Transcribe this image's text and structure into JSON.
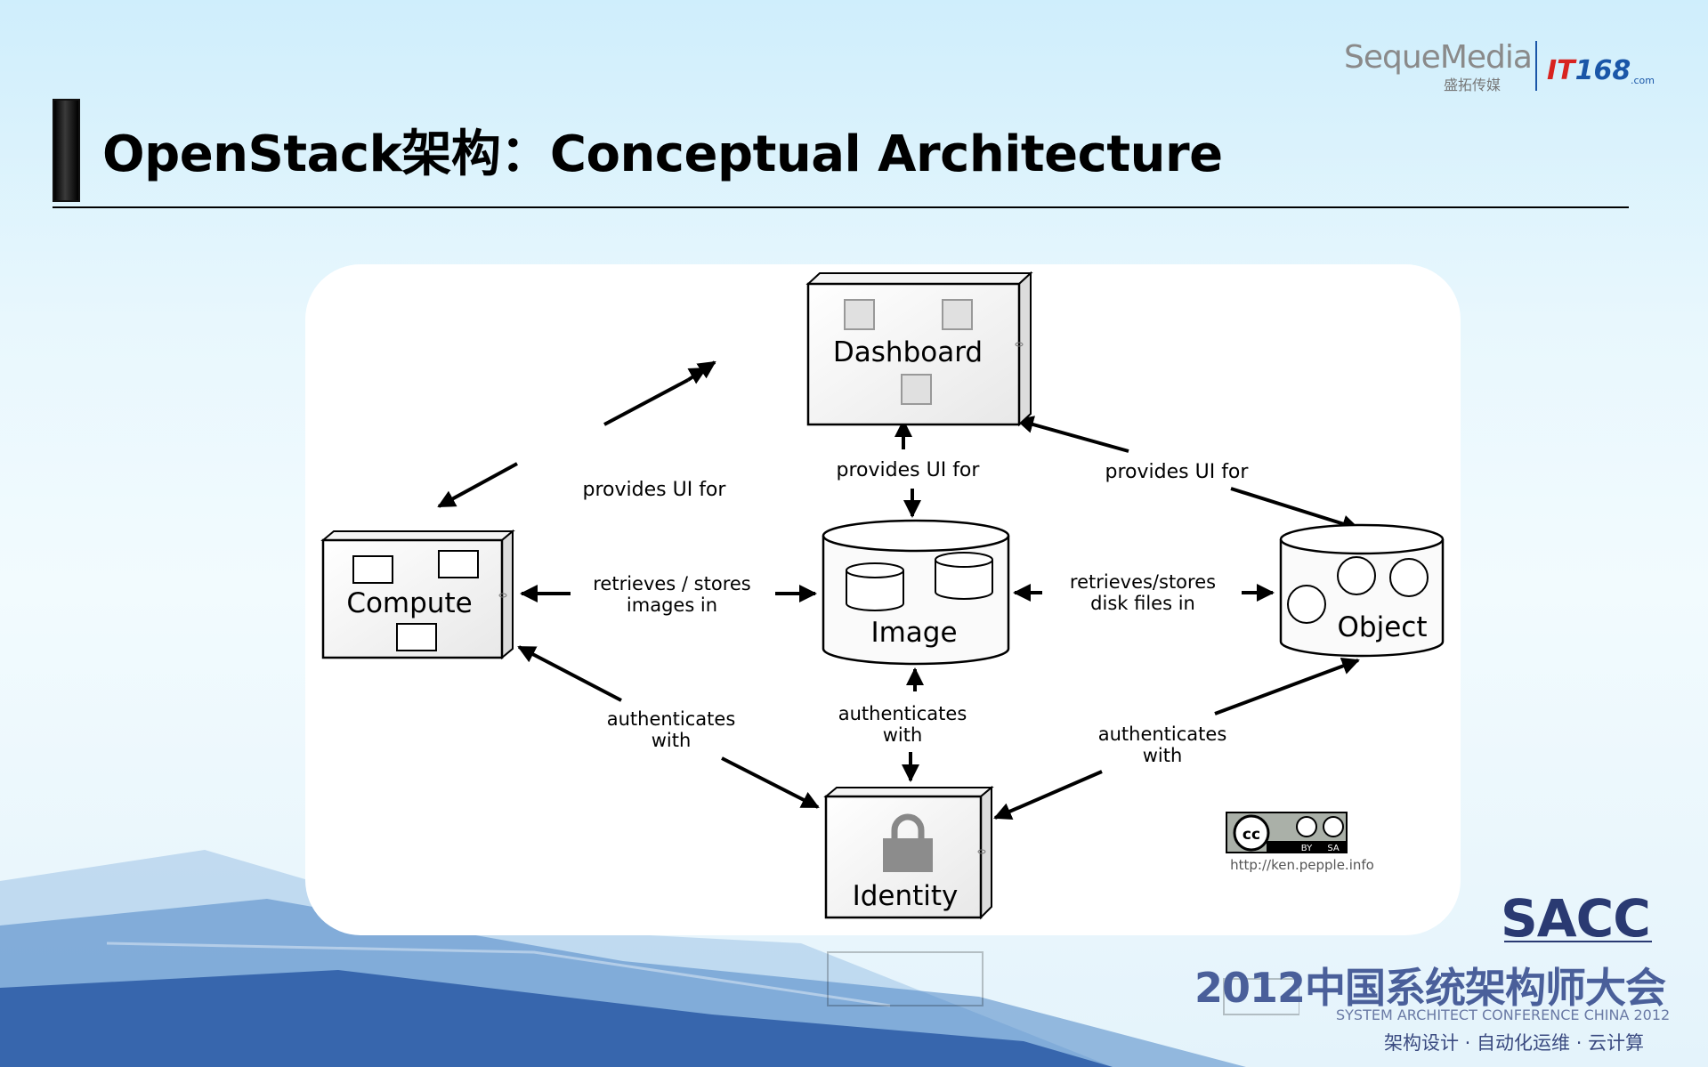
{
  "slide": {
    "title": "OpenStack架构：Conceptual Architecture"
  },
  "brand": {
    "seque_name": "SequeMedia",
    "seque_cn": "盛拓传媒",
    "it_prefix": "IT",
    "it_number": "168",
    "it_domain": ".com"
  },
  "diagram": {
    "nodes": {
      "dashboard": "Dashboard",
      "compute": "Compute",
      "image": "Image",
      "object": "Object",
      "identity": "Identity"
    },
    "edges": {
      "dashboard_compute": "provides UI for",
      "dashboard_image": "provides UI for",
      "dashboard_object": "provides UI for",
      "compute_image_line1": "retrieves / stores",
      "compute_image_line2": "images in",
      "object_image_line1": "retrieves/stores",
      "object_image_line2": "disk files in",
      "compute_identity_line1": "authenticates",
      "compute_identity_line2": "with",
      "image_identity_line1": "authenticates",
      "image_identity_line2": "with",
      "object_identity_line1": "authenticates",
      "object_identity_line2": "with"
    },
    "license": {
      "cc": "cc",
      "by": "BY",
      "sa": "SA",
      "url": "http://ken.pepple.info"
    }
  },
  "conference": {
    "logo": "SACC",
    "title_cn": "2012中国系统架构师大会",
    "title_en": "SYSTEM ARCHITECT CONFERENCE CHINA 2012",
    "tagline": "架构设计 · 自动化运维 · 云计算"
  }
}
